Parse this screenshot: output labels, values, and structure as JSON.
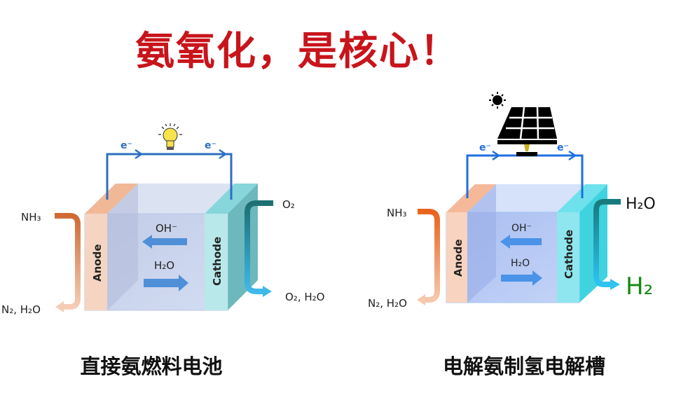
{
  "title": "氨氧化，是核心！",
  "colors": {
    "title": "#c8141b",
    "circuit": "#2d6fbf",
    "anode": "#f4c9b0",
    "cathode": "#8fdbe0",
    "h2": "#138a13"
  },
  "left_diagram": {
    "caption": "直接氨燃料电池",
    "power_icon": "light-bulb-icon",
    "electron_left": "e⁻",
    "electron_right": "e⁻",
    "anode_label": "Anode",
    "cathode_label": "Cathode",
    "anode_in": "NH₃",
    "anode_out": "N₂, H₂O",
    "cathode_in": "O₂",
    "cathode_out": "O₂, H₂O",
    "ion_left": "OH⁻",
    "ion_right": "H₂O"
  },
  "right_diagram": {
    "caption": "电解氨制氢电解槽",
    "power_icon": "solar-panel-icon",
    "electron_left": "e⁻",
    "electron_right": "e⁻",
    "anode_label": "Anode",
    "cathode_label": "Cathode",
    "anode_in": "NH₃",
    "anode_out": "N₂, H₂O",
    "cathode_in": "H₂O",
    "cathode_out": "H₂",
    "ion_left": "OH⁻",
    "ion_right": "H₂O"
  }
}
